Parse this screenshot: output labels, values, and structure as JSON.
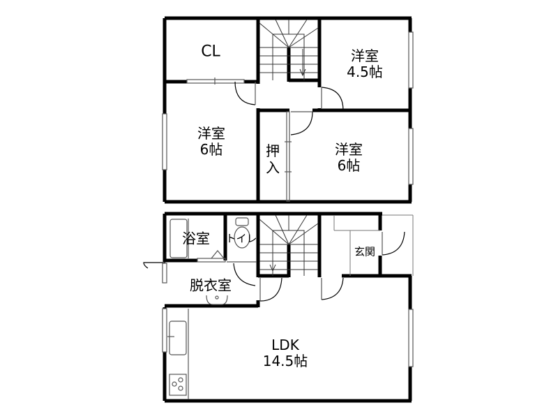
{
  "floor_plan": {
    "upper_floor": {
      "rooms": [
        {
          "id": "cl",
          "name": "CL",
          "size": ""
        },
        {
          "id": "western-room-4-5",
          "name": "洋室",
          "size": "4.5帖"
        },
        {
          "id": "western-room-6-left",
          "name": "洋室",
          "size": "6帖"
        },
        {
          "id": "closet-oshiire",
          "name": "押",
          "name2": "入"
        },
        {
          "id": "western-room-6-right",
          "name": "洋室",
          "size": "6帖"
        }
      ]
    },
    "lower_floor": {
      "rooms": [
        {
          "id": "bathroom",
          "name": "浴室"
        },
        {
          "id": "toilet",
          "name": "トイレ"
        },
        {
          "id": "dressing-room",
          "name": "脱衣室"
        },
        {
          "id": "entrance",
          "name": "玄関"
        },
        {
          "id": "ldk",
          "name": "LDK",
          "size": "14.5帖"
        }
      ]
    },
    "colors": {
      "wall": "#000000",
      "fixture": "#555555",
      "background": "#ffffff"
    }
  }
}
